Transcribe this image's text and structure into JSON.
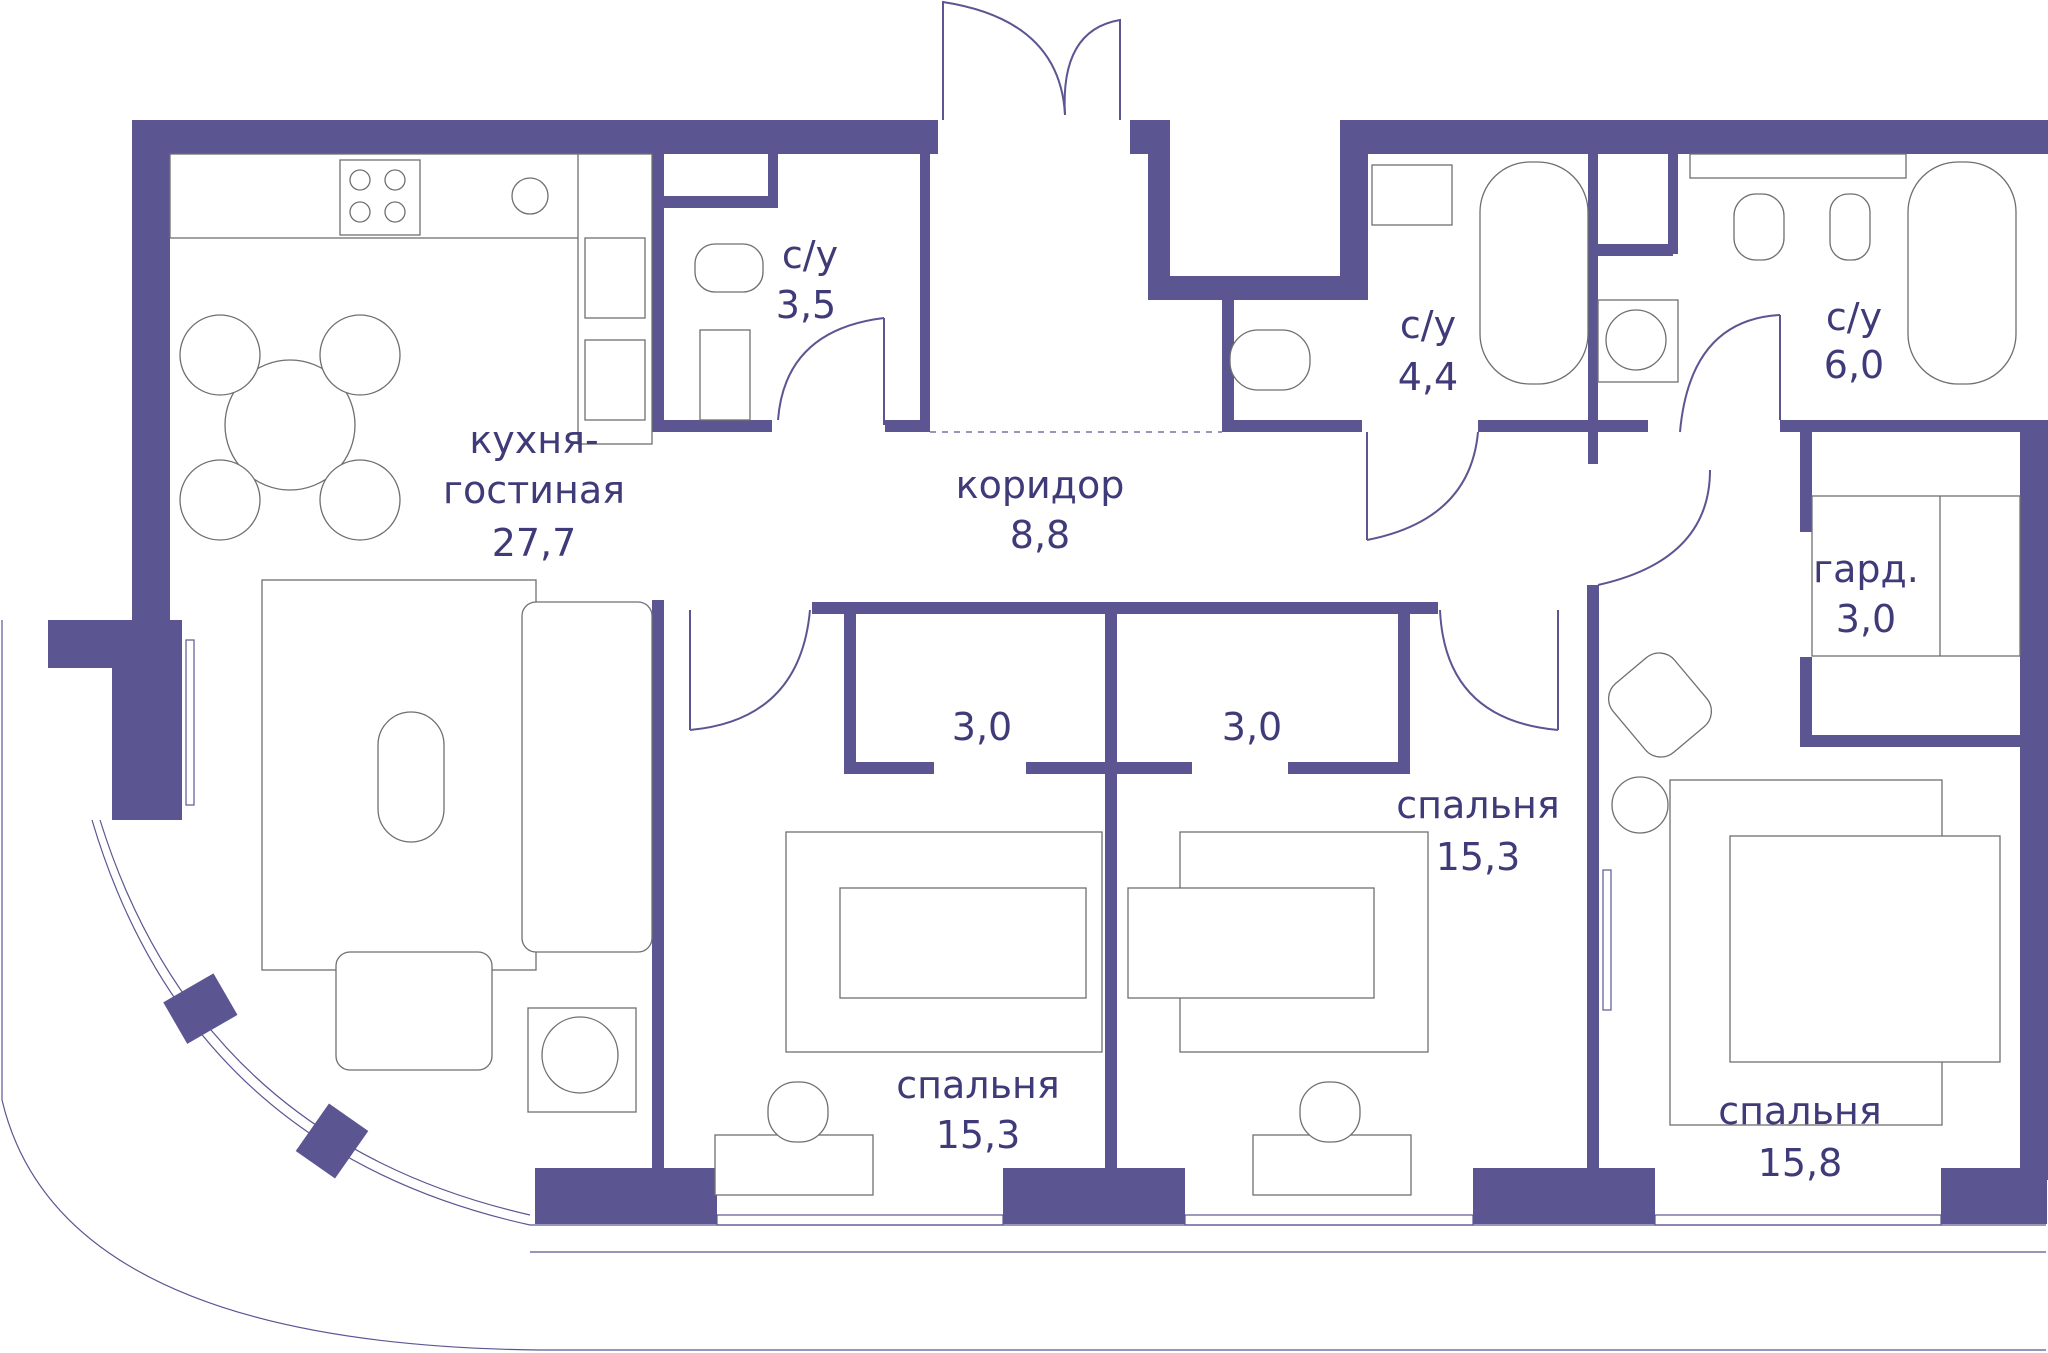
{
  "colors": {
    "wall": "#5b5692",
    "text": "#3f3a78",
    "furniture": "#6f6f6f"
  },
  "rooms": [
    {
      "id": "kitchen-living",
      "name": "кухня-\nгостиная",
      "area": "27,7"
    },
    {
      "id": "bath-1",
      "name": "с/у",
      "area": "3,5"
    },
    {
      "id": "corridor",
      "name": "коридор",
      "area": "8,8"
    },
    {
      "id": "bath-2",
      "name": "с/у",
      "area": "4,4"
    },
    {
      "id": "bath-3",
      "name": "с/у",
      "area": "6,0"
    },
    {
      "id": "wardrobe-main",
      "name": "гард.",
      "area": "3,0"
    },
    {
      "id": "closet-1",
      "name": "",
      "area": "3,0"
    },
    {
      "id": "closet-2",
      "name": "",
      "area": "3,0"
    },
    {
      "id": "bedroom-1",
      "name": "спальня",
      "area": "15,3"
    },
    {
      "id": "bedroom-2",
      "name": "спальня",
      "area": "15,3"
    },
    {
      "id": "bedroom-3",
      "name": "спальня",
      "area": "15,8"
    }
  ]
}
